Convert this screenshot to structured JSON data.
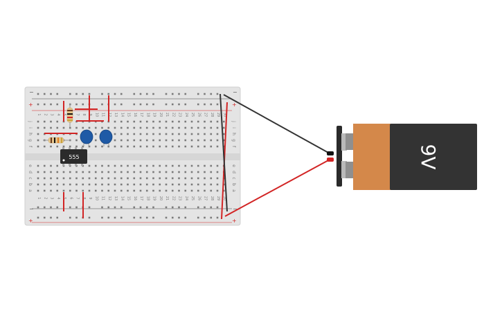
{
  "breadboard": {
    "columns": [
      "1",
      "2",
      "3",
      "4",
      "5",
      "6",
      "7",
      "8",
      "9",
      "10",
      "11",
      "12",
      "13",
      "14",
      "15",
      "16",
      "17",
      "18",
      "19",
      "20",
      "21",
      "22",
      "23",
      "24",
      "25",
      "26",
      "27",
      "28",
      "29",
      "30"
    ],
    "rows_top": [
      "j",
      "i",
      "h",
      "g",
      "f"
    ],
    "rows_bottom": [
      "e",
      "d",
      "c",
      "b",
      "a"
    ],
    "rail_minus": "−",
    "rail_plus": "+"
  },
  "chip": {
    "label": "555"
  },
  "battery": {
    "label": "9V",
    "color_top": "#d4884a",
    "color_body": "#333333"
  },
  "wire_colors": {
    "red": "#d22424",
    "black": "#333333"
  }
}
